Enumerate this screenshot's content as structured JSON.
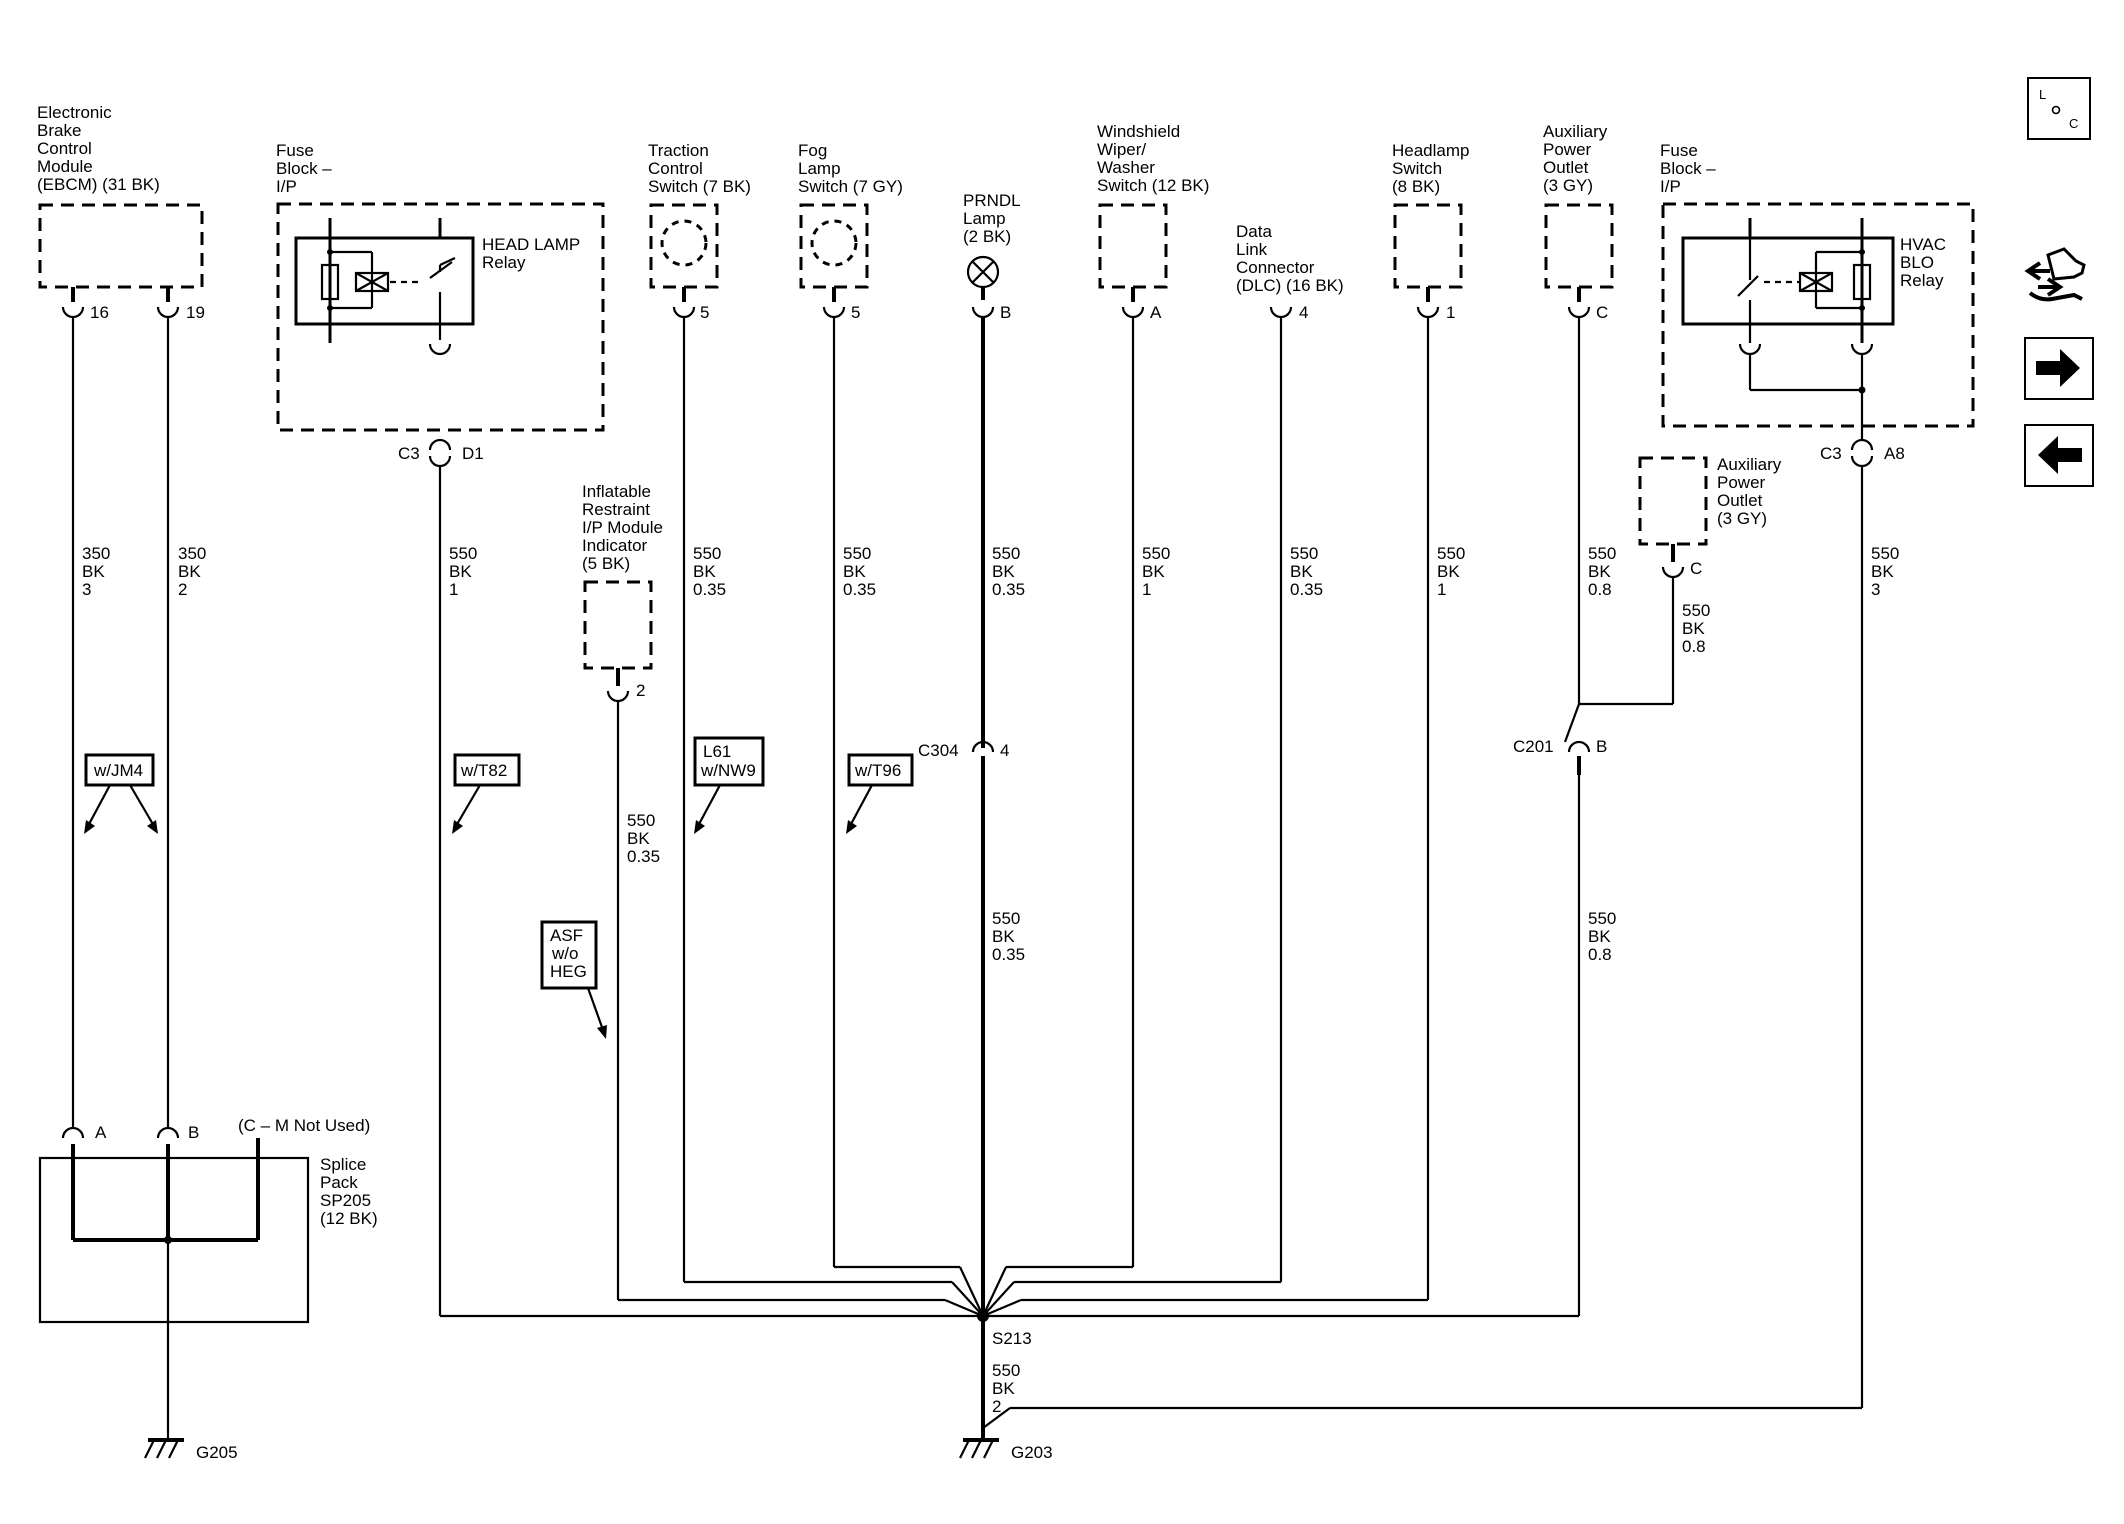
{
  "components": {
    "ebcm": [
      "Electronic",
      "Brake",
      "Control",
      "Module",
      "(EBCM) (31 BK)"
    ],
    "fuse_block_left": [
      "Fuse",
      "Block –",
      "I/P"
    ],
    "head_lamp_relay": [
      "HEAD LAMP",
      "Relay"
    ],
    "traction_control": [
      "Traction",
      "Control",
      "Switch (7 BK)"
    ],
    "fog_lamp": [
      "Fog",
      "Lamp",
      "Switch (7 GY)"
    ],
    "prndl": [
      "PRNDL",
      "Lamp",
      "(2 BK)"
    ],
    "wiper": [
      "Windshield",
      "Wiper/",
      "Washer",
      "Switch (12 BK)"
    ],
    "dlc": [
      "Data",
      "Link",
      "Connector",
      "(DLC) (16 BK)"
    ],
    "headlamp_switch": [
      "Headlamp",
      "Switch",
      "(8 BK)"
    ],
    "aux_outlet_top": [
      "Auxiliary",
      "Power",
      "Outlet",
      "(3 GY)"
    ],
    "fuse_block_right": [
      "Fuse",
      "Block –",
      "I/P"
    ],
    "hvac_relay": [
      "HVAC",
      "BLO",
      "Relay"
    ],
    "aux_outlet_mid": [
      "Auxiliary",
      "Power",
      "Outlet",
      "(3 GY)"
    ],
    "inflatable": [
      "Inflatable",
      "Restraint",
      "I/P Module",
      "Indicator",
      "(5 BK)"
    ],
    "splice_pack": [
      "Splice",
      "Pack",
      "SP205",
      "(12 BK)"
    ],
    "not_used": "(C – M Not Used)"
  },
  "pins": {
    "ebcm_16": "16",
    "ebcm_19": "19",
    "trac_5": "5",
    "fog_5": "5",
    "prndl_b": "B",
    "wiper_a": "A",
    "dlc_4": "4",
    "hl_1": "1",
    "aux_c": "C",
    "aux2_c": "C",
    "inflat_2": "2",
    "c3_left": "C3",
    "d1": "D1",
    "c3_right": "C3",
    "a8": "A8",
    "c304": "C304",
    "c304_4": "4",
    "c201": "C201",
    "c201_b": "B",
    "sp_a": "A",
    "sp_b": "B"
  },
  "wires": {
    "ebcm16": [
      "350",
      "BK",
      "3"
    ],
    "ebcm19": [
      "350",
      "BK",
      "2"
    ],
    "fuse_d1": [
      "550",
      "BK",
      "1"
    ],
    "trac": [
      "550",
      "BK",
      "0.35"
    ],
    "fog": [
      "550",
      "BK",
      "0.35"
    ],
    "prndl_up": [
      "550",
      "BK",
      "0.35"
    ],
    "prndl_low": [
      "550",
      "BK",
      "0.35"
    ],
    "wiper": [
      "550",
      "BK",
      "1"
    ],
    "dlc": [
      "550",
      "BK",
      "0.35"
    ],
    "hl": [
      "550",
      "BK",
      "1"
    ],
    "aux_up": [
      "550",
      "BK",
      "0.8"
    ],
    "aux2": [
      "550",
      "BK",
      "0.8"
    ],
    "aux_low": [
      "550",
      "BK",
      "0.8"
    ],
    "a8": [
      "550",
      "BK",
      "3"
    ],
    "inflat": [
      "550",
      "BK",
      "0.35"
    ],
    "ground": [
      "550",
      "BK",
      "2"
    ]
  },
  "options": {
    "jm4": [
      "w/JM4"
    ],
    "t82": [
      "w/T82"
    ],
    "l61": [
      "L61",
      "w/NW9"
    ],
    "t96": [
      "w/T96"
    ],
    "asf": [
      "ASF",
      "w/o",
      "HEG"
    ]
  },
  "splice": "S213",
  "grounds": {
    "g205": "G205",
    "g203": "G203"
  },
  "nav": {
    "loc_letters": [
      "L",
      "O",
      "C"
    ]
  },
  "icons": [
    "loc-icon",
    "connector-icon",
    "next-arrow-icon",
    "prev-arrow-icon"
  ]
}
